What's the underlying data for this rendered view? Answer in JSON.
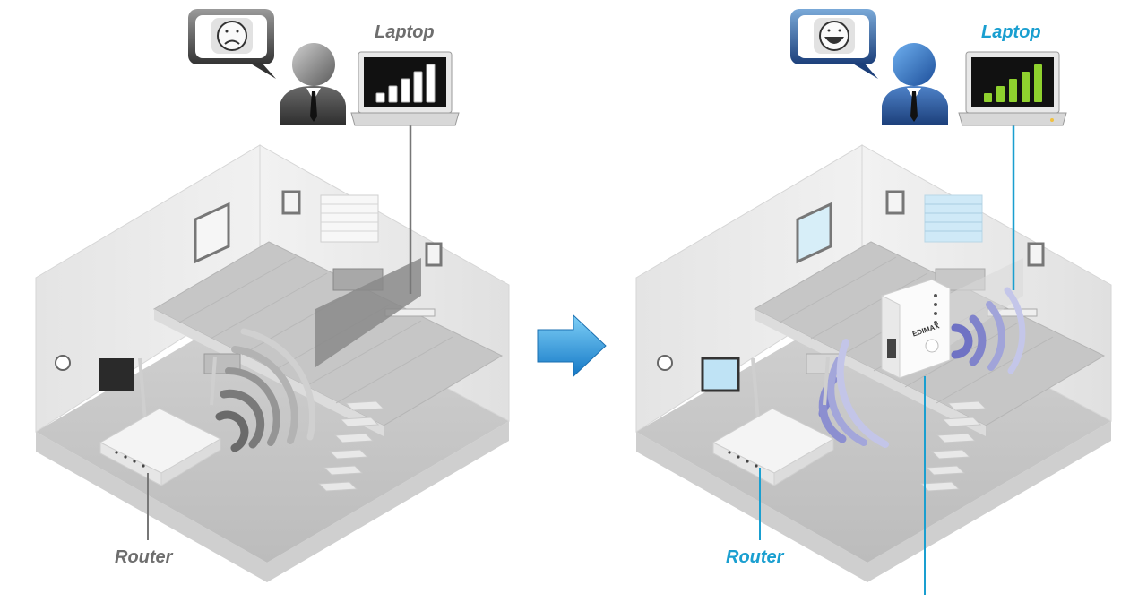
{
  "scenes": {
    "before": {
      "laptop_label": "Laptop",
      "router_label": "Router",
      "mood": "sad",
      "signal_bars_lit": 0
    },
    "after": {
      "laptop_label": "Laptop",
      "router_label": "Router",
      "mood": "happy",
      "signal_bars_lit": 5,
      "extender_brand": "EDIMAX"
    }
  },
  "icons": [
    "sad-face-icon",
    "happy-face-icon",
    "person-icon",
    "laptop-icon",
    "router-icon",
    "range-extender-icon",
    "wifi-waves-icon",
    "arrow-right-icon"
  ],
  "colors": {
    "accent_blue": "#1a9fd0",
    "label_gray": "#6e6e6e",
    "wave_gray": "#888888",
    "wave_purple": "#8c8fd0",
    "signal_green": "#8fd12e"
  }
}
